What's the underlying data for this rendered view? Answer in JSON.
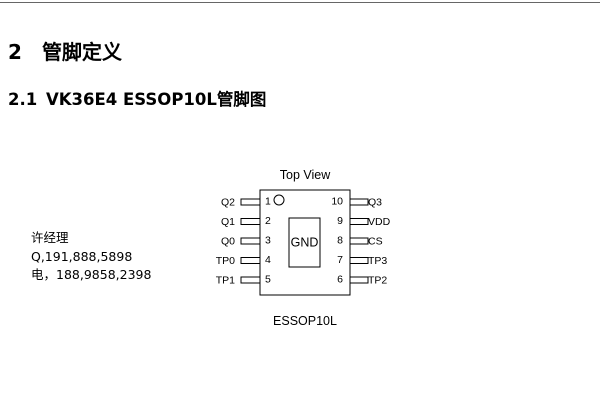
{
  "section": {
    "number": "2",
    "title": "管脚定义"
  },
  "subsection": {
    "number": "2.1",
    "title": "VK36E4  ESSOP10L管脚图"
  },
  "contact": {
    "name": "许经理",
    "qq": "Q,191,888,5898",
    "phone": "电，188,9858,2398"
  },
  "diagram": {
    "view_label": "Top View",
    "package_label": "ESSOP10L",
    "center_pad": "GND",
    "left_pins": [
      {
        "num": "1",
        "name": "Q2"
      },
      {
        "num": "2",
        "name": "Q1"
      },
      {
        "num": "3",
        "name": "Q0"
      },
      {
        "num": "4",
        "name": "TP0"
      },
      {
        "num": "5",
        "name": "TP1"
      }
    ],
    "right_pins": [
      {
        "num": "10",
        "name": "Q3"
      },
      {
        "num": "9",
        "name": "VDD"
      },
      {
        "num": "8",
        "name": "CS"
      },
      {
        "num": "7",
        "name": "TP3"
      },
      {
        "num": "6",
        "name": "TP2"
      }
    ]
  }
}
